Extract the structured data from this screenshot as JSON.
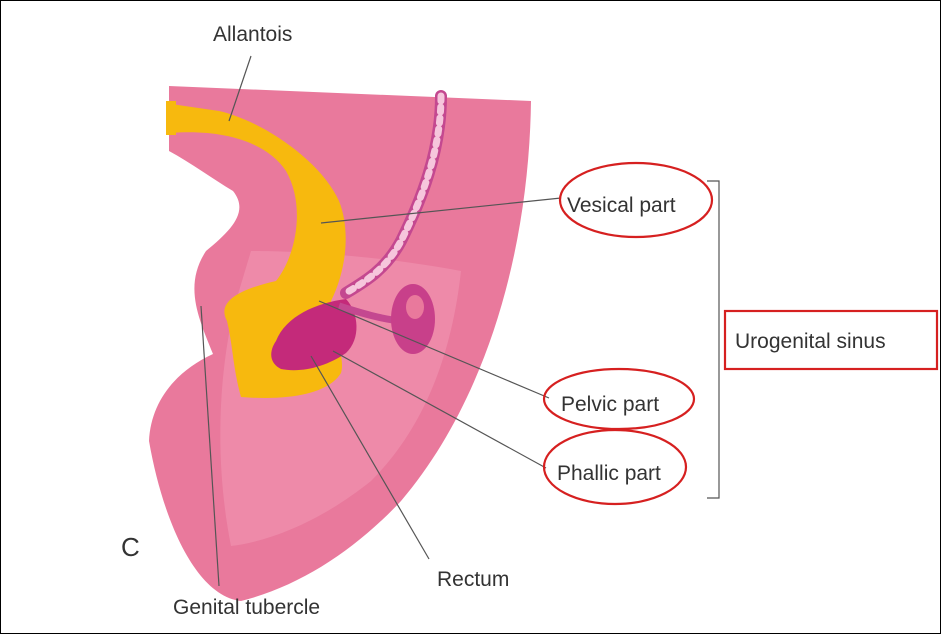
{
  "labels": {
    "allantois": "Allantois",
    "vesical": "Vesical part",
    "urogenital_sinus": "Urogenital sinus",
    "pelvic": "Pelvic part",
    "phallic": "Phallic part",
    "panel_letter": "C",
    "rectum": "Rectum",
    "genital_tubercle": "Genital tubercle"
  },
  "colors": {
    "embryo_body": "#e9799c",
    "embryo_inner": "#f4a0bb",
    "allantois_sinus": "#f7b90e",
    "rectum": "#c42a7a",
    "highlight": "#d62020",
    "leader_lines": "#555555"
  }
}
